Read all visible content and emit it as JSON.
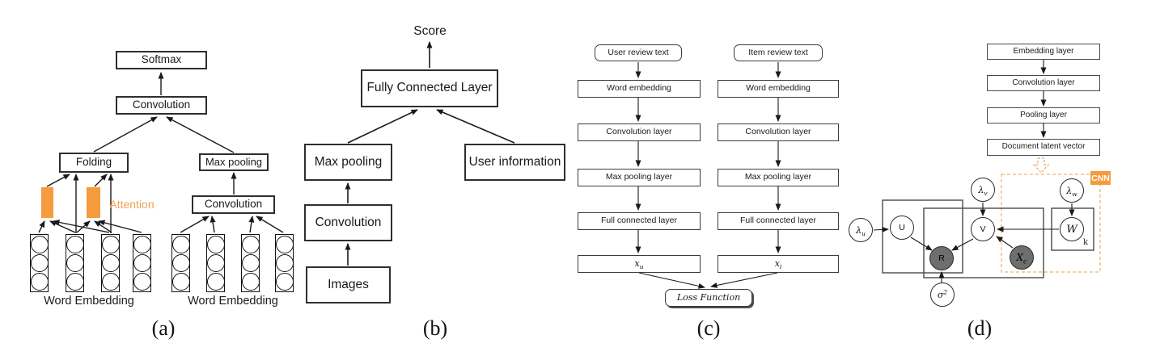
{
  "colors": {
    "orange": "#F59B3D",
    "orange_light": "#F3BD88",
    "attention_text": "#F2A057",
    "dark_node_fill": "#6e6e6e"
  },
  "captions": {
    "a": "(a)",
    "b": "(b)",
    "c": "(c)",
    "d": "(d)"
  },
  "diagram_a": {
    "softmax": "Softmax",
    "convolution_top": "Convolution",
    "folding": "Folding",
    "max_pooling": "Max pooling",
    "convolution_right": "Convolution",
    "attention": "Attention",
    "word_embedding_left": "Word Embedding",
    "word_embedding_right": "Word Embedding"
  },
  "diagram_b": {
    "score": "Score",
    "fully_connected_layer": "Fully Connected Layer",
    "max_pooling": "Max pooling",
    "user_information": "User information",
    "convolution": "Convolution",
    "images": "Images"
  },
  "diagram_c": {
    "user_review": "User review text",
    "item_review": "Item review text",
    "left": [
      "Word embedding",
      "Convolution layer",
      "Max pooling layer",
      "Full connected layer"
    ],
    "right": [
      "Word embedding",
      "Convolution layer",
      "Max pooling layer",
      "Full connected layer"
    ],
    "xu": {
      "base": "x",
      "sub": "u"
    },
    "xi": {
      "base": "x",
      "sub": "i"
    },
    "loss_function": "Loss Function"
  },
  "diagram_d": {
    "stack": [
      "Embedding layer",
      "Convolution layer",
      "Pooling layer",
      "Document latent vector"
    ],
    "cnn_label": "CNN",
    "plate_k_label": "k",
    "nodes": {
      "lambda_u": {
        "base": "λ",
        "sub": "u"
      },
      "u": {
        "base": "U"
      },
      "lambda_v": {
        "base": "λ",
        "sub": "v"
      },
      "v": {
        "base": "V"
      },
      "r": {
        "base": "R"
      },
      "sigma": {
        "base": "σ",
        "sup": "2"
      },
      "xc": {
        "base": "X",
        "sub": "c"
      },
      "lambda_w": {
        "base": "λ",
        "sub": "w"
      },
      "w": {
        "base": "W"
      }
    }
  }
}
